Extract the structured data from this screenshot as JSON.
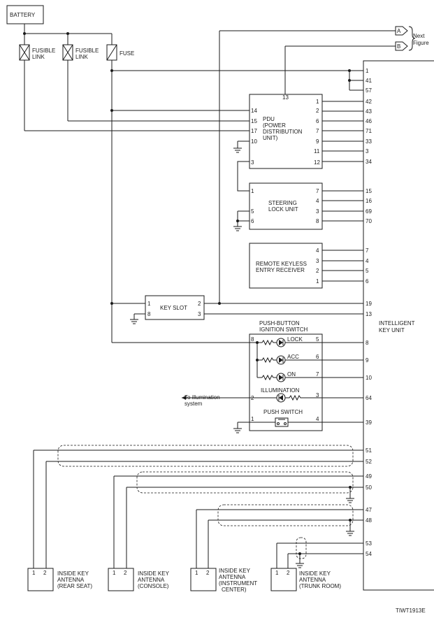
{
  "battery": "BATTERY",
  "fusible_link_1": [
    "FUSIBLE",
    "LINK"
  ],
  "fusible_link_2": [
    "FUSIBLE",
    "LINK"
  ],
  "fuse": "FUSE",
  "next_figure": [
    "Next",
    "Figure"
  ],
  "connector_a": "A",
  "connector_b": "B",
  "pdu": {
    "label": [
      "PDU",
      "(POWER",
      "DISTRIBUTION",
      "UNIT)"
    ],
    "top_pin": "13",
    "left_pins": [
      "14",
      "15",
      "17",
      "10",
      "3"
    ],
    "right_pins": [
      "1",
      "2",
      "6",
      "7",
      "9",
      "11",
      "12"
    ]
  },
  "steering_lock": {
    "label": [
      "STEERING",
      "LOCK UNIT"
    ],
    "left_pins": [
      "1",
      "5",
      "6"
    ],
    "right_pins": [
      "7",
      "4",
      "3",
      "8"
    ]
  },
  "remote_keyless": {
    "label": [
      "REMOTE KEYLESS",
      "ENTRY RECEIVER"
    ],
    "right_pins": [
      "4",
      "3",
      "2",
      "1"
    ]
  },
  "key_slot": {
    "label": "KEY SLOT",
    "left_pins": [
      "1",
      "8"
    ],
    "right_pins": [
      "2",
      "3"
    ]
  },
  "push_button": {
    "title": [
      "PUSH-BUTTON",
      "IGNITION SWITCH"
    ],
    "left_pins": [
      "8",
      "2",
      "1"
    ],
    "right_pins": [
      "5",
      "6",
      "7",
      "3",
      "4"
    ],
    "lock": "LOCK",
    "acc": "ACC",
    "on": "ON",
    "illumination": "ILLUMINATION",
    "push_switch": "PUSH SWITCH"
  },
  "to_illumination": [
    "To illumination",
    "system"
  ],
  "iku": {
    "label": [
      "INTELLIGENT",
      "KEY UNIT"
    ],
    "pins": [
      "1",
      "41",
      "57",
      "42",
      "43",
      "46",
      "71",
      "33",
      "3",
      "34",
      "15",
      "16",
      "69",
      "70",
      "7",
      "4",
      "5",
      "6",
      "19",
      "13",
      "8",
      "9",
      "10",
      "64",
      "39",
      "51",
      "52",
      "49",
      "50",
      "47",
      "48",
      "53",
      "54"
    ]
  },
  "antennas": [
    {
      "label": [
        "INSIDE KEY",
        "ANTENNA",
        "(REAR SEAT)"
      ],
      "pins": [
        "1",
        "2"
      ]
    },
    {
      "label": [
        "INSIDE KEY",
        "ANTENNA",
        "(CONSOLE)"
      ],
      "pins": [
        "1",
        "2"
      ]
    },
    {
      "label": [
        "INSIDE KEY",
        "ANTENNA",
        "(INSTRUMENT",
        "CENTER)"
      ],
      "pins": [
        "1",
        "2"
      ]
    },
    {
      "label": [
        "INSIDE KEY",
        "ANTENNA",
        "(TRUNK ROOM)"
      ],
      "pins": [
        "1",
        "2"
      ]
    }
  ],
  "figure_id": "TIWT1913E"
}
